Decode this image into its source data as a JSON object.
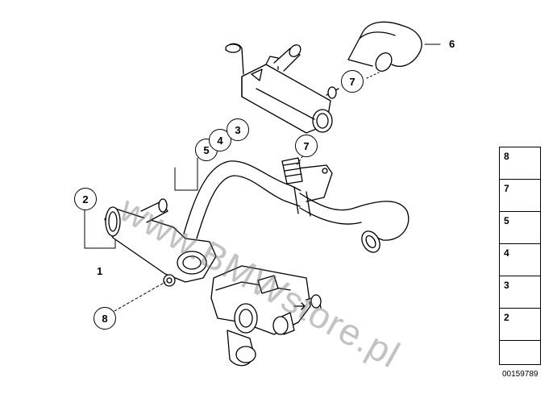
{
  "diagram": {
    "callouts": {
      "c1": "1",
      "c2": "2",
      "c3": "3",
      "c4": "4",
      "c5": "5",
      "c6": "6",
      "c7_top": "7",
      "c7_mid": "7",
      "c8": "8"
    },
    "watermark": "www.BMWstore.pl",
    "legend": {
      "items": [
        {
          "num": "8",
          "icon": "bolt-icon"
        },
        {
          "num": "7",
          "icon": "hose-clamp-icon"
        },
        {
          "num": "5",
          "icon": "spring-clip-icon"
        },
        {
          "num": "4",
          "icon": "o-ring-icon"
        },
        {
          "num": "3",
          "icon": "connector-fitting-icon"
        },
        {
          "num": "2",
          "icon": "seal-ring-icon"
        }
      ],
      "direction_icon": "arrow-icon"
    },
    "document_number": "00159789"
  }
}
